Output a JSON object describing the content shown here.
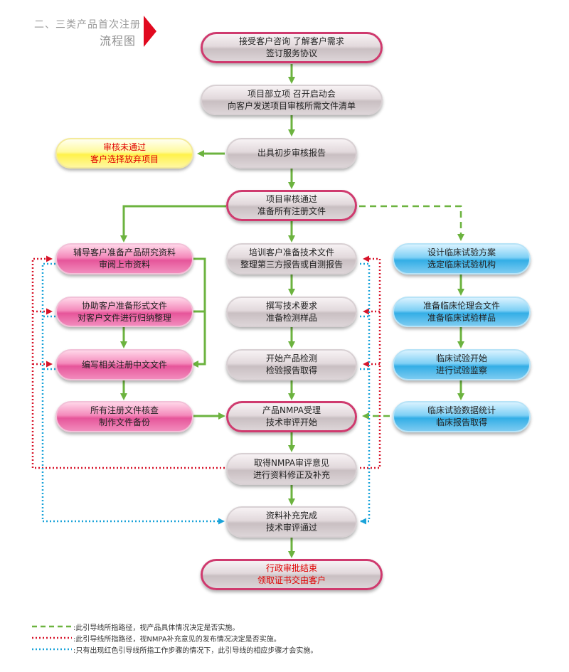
{
  "header": {
    "line1": "二、三类产品首次注册",
    "line2": "流程图"
  },
  "colors": {
    "green": "#6cb33f",
    "red_dot": "#d7142a",
    "blue_dot": "#1aa3d9",
    "border_pink": "#cf3a6e",
    "flag_red": "#e1091f"
  },
  "nodes": {
    "consult": [
      "接受客户咨询 了解客户需求",
      "签订服务协议"
    ],
    "kickoff": [
      "项目部立项 召开启动会",
      "向客户发送项目审核所需文件清单"
    ],
    "prelim_report": [
      "出具初步审核报告"
    ],
    "review_failed": [
      "审核未通过",
      "客户选择放弃项目"
    ],
    "review_passed": [
      "项目审核通过",
      "准备所有注册文件"
    ],
    "assist_research": [
      "辅导客户准备产品研究资料",
      "审阅上市资料"
    ],
    "assist_format": [
      "协助客户准备形式文件",
      "对客户文件进行归纳整理"
    ],
    "write_chinese": [
      "编写相关注册中文文件"
    ],
    "verify_files": [
      "所有注册文件核查",
      "制作文件备份"
    ],
    "train_tech": [
      "培训客户准备技术文件",
      "整理第三方报告或自测报告"
    ],
    "tech_requirements": [
      "撰写技术要求",
      "准备检测样品"
    ],
    "product_testing": [
      "开始产品检测",
      "检验报告取得"
    ],
    "nmpa_accept": [
      "产品NMPA受理",
      "技术审评开始"
    ],
    "nmpa_opinion": [
      "取得NMPA审评意见",
      "进行资料修正及补充"
    ],
    "supplement_done": [
      "资料补充完成",
      "技术审评通过"
    ],
    "approval_done": [
      "行政审批结束",
      "领取证书交由客户"
    ],
    "clinical_plan": [
      "设计临床试验方案",
      "选定临床试验机构"
    ],
    "ethics_docs": [
      "准备临床伦理会文件",
      "准备临床试验样品"
    ],
    "clinical_start": [
      "临床试验开始",
      "进行试验监察"
    ],
    "clinical_stats": [
      "临床试验数据统计",
      "临床报告取得"
    ]
  },
  "legend": [
    {
      "style": "green-dash",
      "text": ":此引导线所指路径，视产品具体情况决定是否实施。"
    },
    {
      "style": "red-dot",
      "text": ":此引导线所指路径，视NMPA补充意见的发布情况决定是否实施。"
    },
    {
      "style": "blue-dot",
      "text": ":只有出现红色引导线所指工作步骤的情况下，此引导线的相应步骤才会实施。"
    }
  ]
}
